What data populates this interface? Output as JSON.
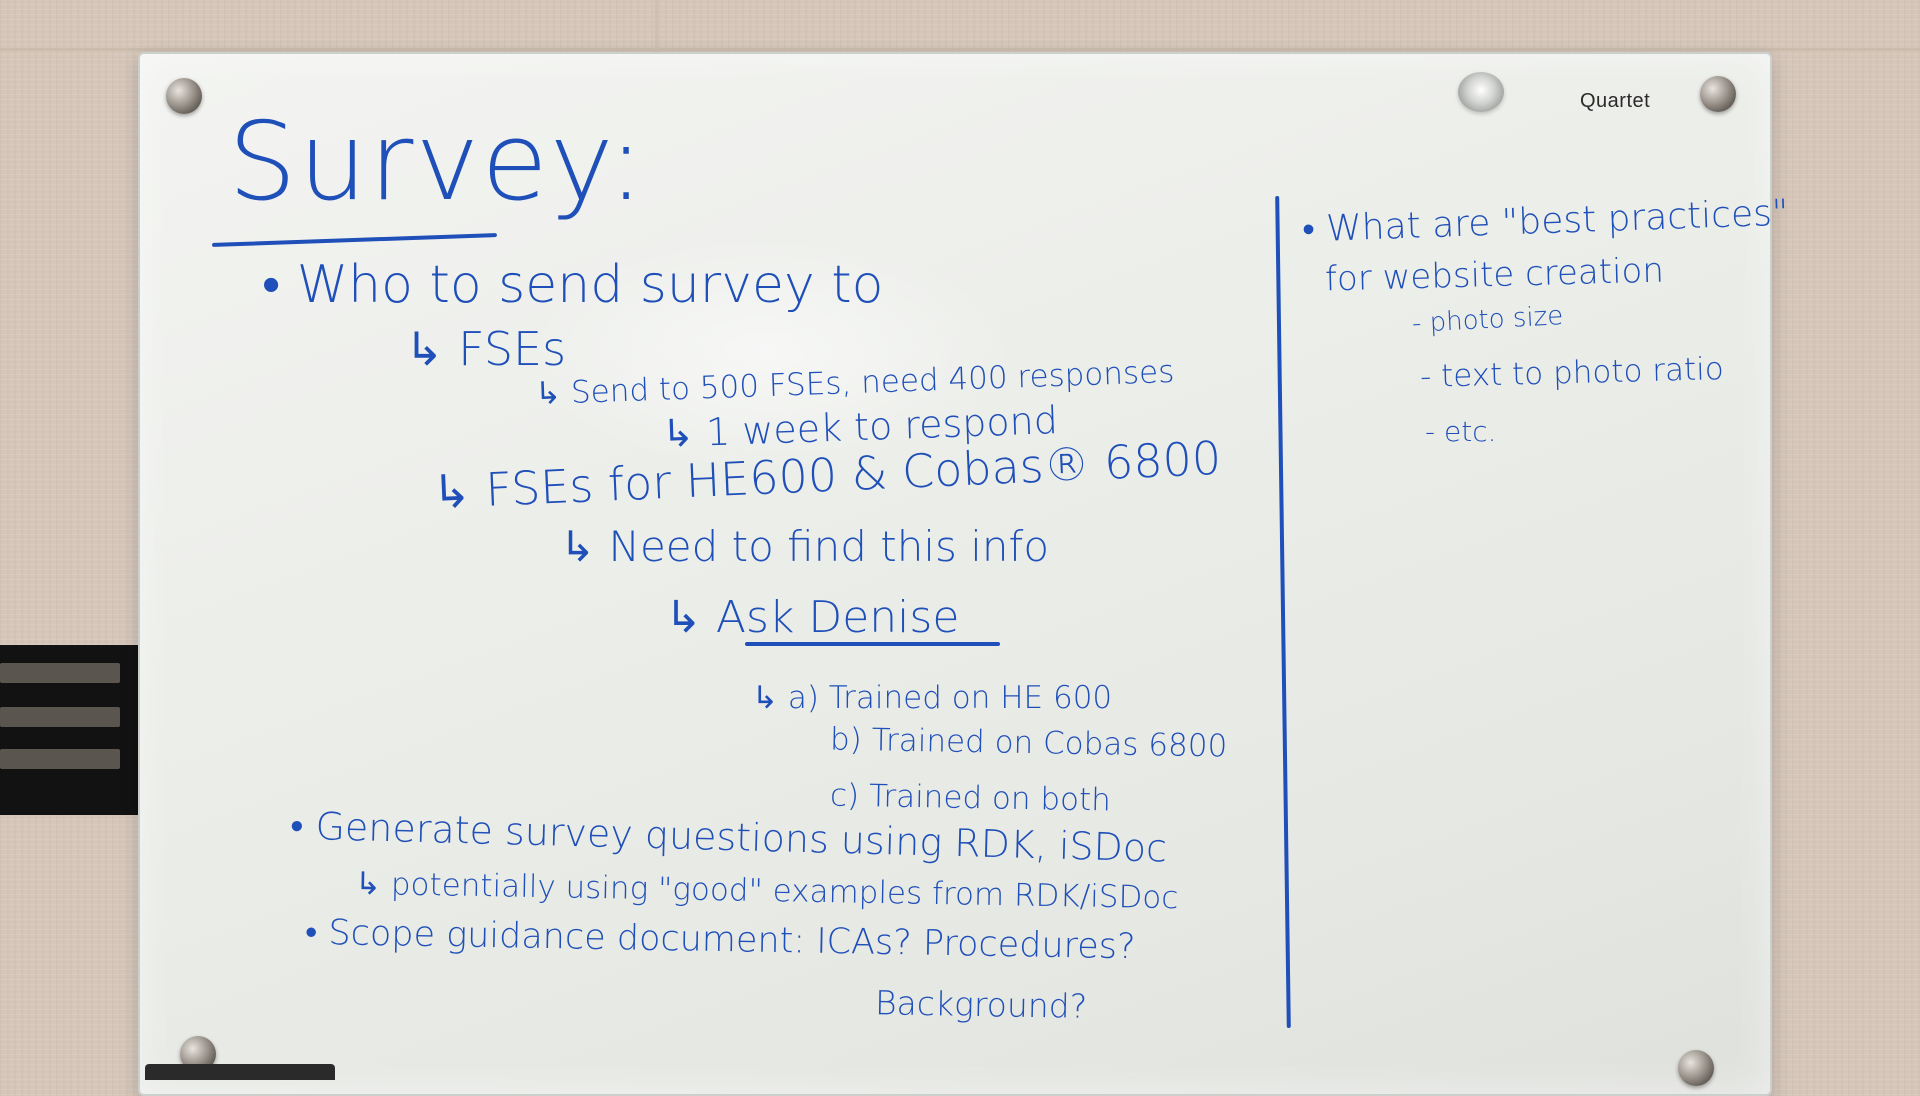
{
  "wall": {
    "color": "#d9cabd"
  },
  "board": {
    "surface_color": "#eceeea",
    "ink_color": "#1f4fb8",
    "brand": "Quartet"
  },
  "left_column": {
    "title": "Survey:",
    "lines": [
      {
        "id": "who",
        "text": "• Who to send survey to"
      },
      {
        "id": "fses",
        "text": "↳ FSEs"
      },
      {
        "id": "send",
        "text": "↳ Send to 500 FSEs, need 400 responses"
      },
      {
        "id": "week",
        "text": "↳ 1 week to respond"
      },
      {
        "id": "fses-he",
        "text": "↳ FSEs for HE600 & Cobas® 6800"
      },
      {
        "id": "need",
        "text": "↳ Need to find this info"
      },
      {
        "id": "ask",
        "text": "↳ Ask Denise"
      },
      {
        "id": "opt-a",
        "text": "↳ a) Trained on HE 600"
      },
      {
        "id": "opt-b",
        "text": "b) Trained on Cobas 6800"
      },
      {
        "id": "opt-c",
        "text": "c) Trained on both"
      },
      {
        "id": "generate",
        "text": "• Generate survey questions using RDK, iSDoc"
      },
      {
        "id": "potential",
        "text": "↳ potentially using \"good\" examples from RDK/iSDoc"
      },
      {
        "id": "scope",
        "text": "• Scope guidance document: ICAs? Procedures?"
      },
      {
        "id": "background",
        "text": "Background?"
      }
    ]
  },
  "right_column": {
    "lines": [
      {
        "id": "what",
        "text": "• What are \"best practices\""
      },
      {
        "id": "for",
        "text": "for website creation"
      },
      {
        "id": "photo-size",
        "text": "- photo size"
      },
      {
        "id": "ratio",
        "text": "- text to photo ratio"
      },
      {
        "id": "etc",
        "text": "- etc."
      }
    ]
  }
}
